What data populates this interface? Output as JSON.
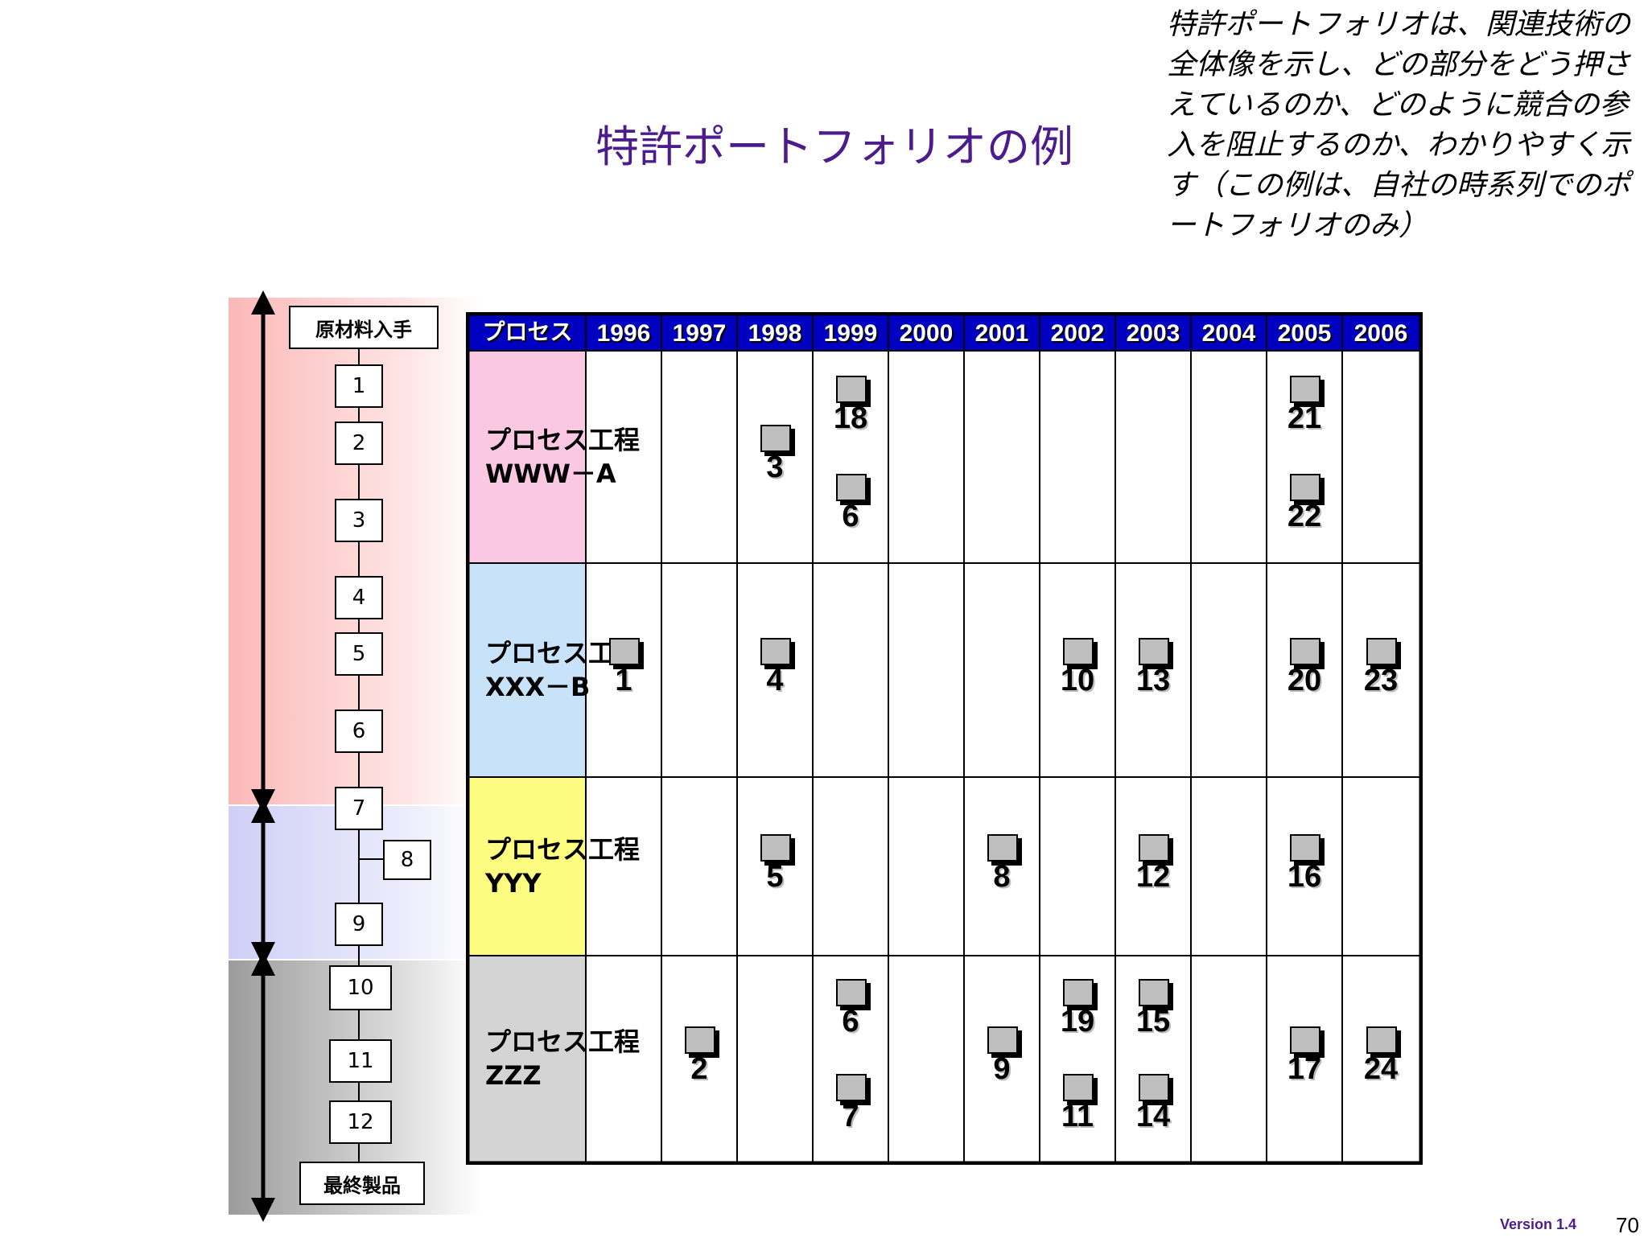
{
  "title": "特許ポートフォリオの例",
  "note": "特許ポートフォリオは、関連技術の全体像を示し、どの部分をどう押さえているのか、どのように競合の参入を阻止するのか、わかりやすく示す（この例は、自社の時系列でのポートフォリオのみ）",
  "flow": {
    "start": "原材料入手",
    "end": "最終製品",
    "steps": [
      "1",
      "2",
      "3",
      "4",
      "5",
      "6",
      "7",
      "8",
      "9",
      "10",
      "11",
      "12"
    ]
  },
  "table": {
    "header_label": "プロセス",
    "years": [
      "1996",
      "1997",
      "1998",
      "1999",
      "2000",
      "2001",
      "2002",
      "2003",
      "2004",
      "2005",
      "2006"
    ],
    "rows": [
      {
        "line1": "プロセス工程",
        "line2": "WWW－A",
        "color": "#fbc8e4"
      },
      {
        "line1": "プロセス工程",
        "line2": "XXX－B",
        "color": "#c8e2fa"
      },
      {
        "line1": "プロセス工程",
        "line2": "YYY",
        "color": "#fcfc80"
      },
      {
        "line1": "プロセス工程",
        "line2": "ZZZ",
        "color": "#d4d4d4"
      }
    ],
    "header_color": "#0000c0"
  },
  "patents": [
    {
      "id": "3",
      "row": 0,
      "year": "1998"
    },
    {
      "id": "18",
      "row": 0,
      "year": "1999"
    },
    {
      "id": "6",
      "row": 0,
      "year": "1999"
    },
    {
      "id": "21",
      "row": 0,
      "year": "2005"
    },
    {
      "id": "22",
      "row": 0,
      "year": "2005"
    },
    {
      "id": "1",
      "row": 1,
      "year": "1996"
    },
    {
      "id": "4",
      "row": 1,
      "year": "1998"
    },
    {
      "id": "10",
      "row": 1,
      "year": "2002"
    },
    {
      "id": "13",
      "row": 1,
      "year": "2003"
    },
    {
      "id": "20",
      "row": 1,
      "year": "2005"
    },
    {
      "id": "23",
      "row": 1,
      "year": "2006"
    },
    {
      "id": "5",
      "row": 2,
      "year": "1998"
    },
    {
      "id": "8",
      "row": 2,
      "year": "2001"
    },
    {
      "id": "12",
      "row": 2,
      "year": "2003"
    },
    {
      "id": "16",
      "row": 2,
      "year": "2005"
    },
    {
      "id": "19",
      "row": 3,
      "year": "2002"
    },
    {
      "id": "15",
      "row": 3,
      "year": "2003"
    },
    {
      "id": "2",
      "row": 3,
      "year": "1997"
    },
    {
      "id": "6",
      "row": 3,
      "year": "1999"
    },
    {
      "id": "7",
      "row": 3,
      "year": "1999"
    },
    {
      "id": "9",
      "row": 3,
      "year": "2001"
    },
    {
      "id": "11",
      "row": 3,
      "year": "2002"
    },
    {
      "id": "14",
      "row": 3,
      "year": "2003"
    },
    {
      "id": "24",
      "row": 3,
      "year": "2006"
    },
    {
      "id": "17",
      "row": 3,
      "year": "2005"
    }
  ],
  "footer": {
    "version": "Version 1.4",
    "page": "70"
  }
}
